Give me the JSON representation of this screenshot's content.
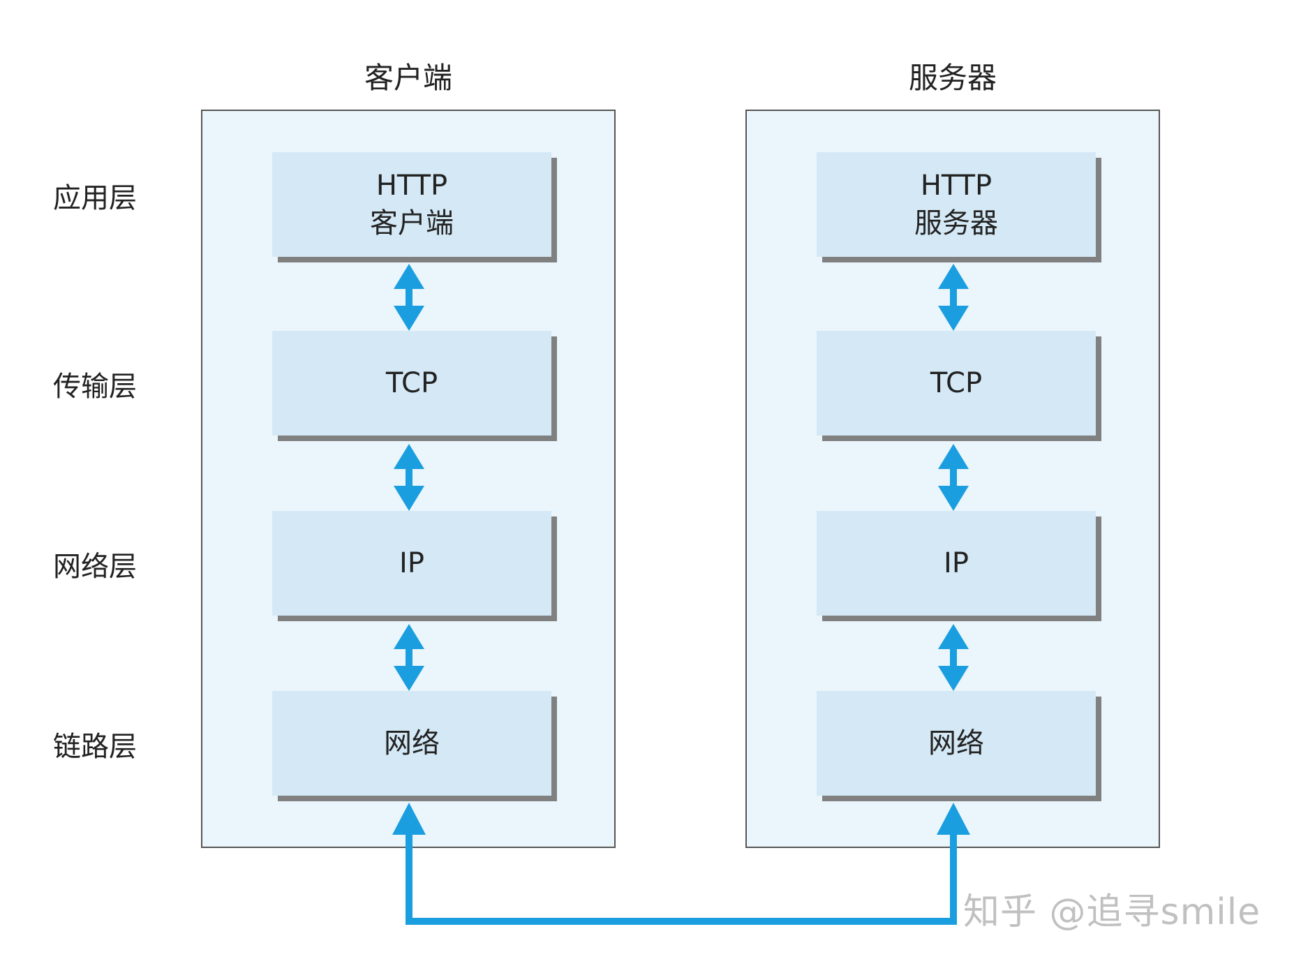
{
  "columns": {
    "client": {
      "title": "客户端",
      "boxes": [
        {
          "line1": "HTTP",
          "line2": "客户端"
        },
        {
          "line1": "TCP",
          "line2": ""
        },
        {
          "line1": "IP",
          "line2": ""
        },
        {
          "line1": "网络",
          "line2": ""
        }
      ]
    },
    "server": {
      "title": "服务器",
      "boxes": [
        {
          "line1": "HTTP",
          "line2": "服务器"
        },
        {
          "line1": "TCP",
          "line2": ""
        },
        {
          "line1": "IP",
          "line2": ""
        },
        {
          "line1": "网络",
          "line2": ""
        }
      ]
    }
  },
  "layers": [
    "应用层",
    "传输层",
    "网络层",
    "链路层"
  ],
  "colors": {
    "arrow": "#1a9ee0",
    "panel_bg": "#eaf6fc",
    "box_bg": "#d4e9f5",
    "box_shadow": "#808080"
  },
  "watermark": "知乎 @追寻smile"
}
